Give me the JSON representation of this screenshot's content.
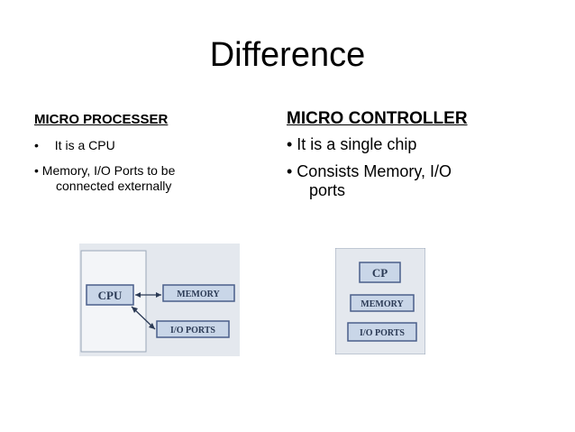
{
  "title": "Difference",
  "left": {
    "heading": "MICRO PROCESSER",
    "bullets": [
      {
        "marker": "•",
        "text": "It is a CPU"
      },
      {
        "marker": "•",
        "text": "Memory, I/O Ports to be",
        "continuation": "connected externally"
      }
    ]
  },
  "right": {
    "heading": "MICRO CONTROLLER",
    "bullets": [
      {
        "text": "• It is a single chip"
      },
      {
        "text": "• Consists Memory, I/O",
        "continuation": "ports"
      }
    ]
  },
  "diagram_mp": {
    "cpu": "CPU",
    "memory": "MEMORY",
    "io": "I/O PORTS"
  },
  "diagram_mc": {
    "cp": "CP",
    "memory": "MEMORY",
    "io": "I/O PORTS"
  },
  "colors": {
    "panel": "#e4e8ee",
    "box_fill": "#c9d6e8",
    "box_border": "#4a5f8a",
    "text_dark": "#2b3a55"
  }
}
